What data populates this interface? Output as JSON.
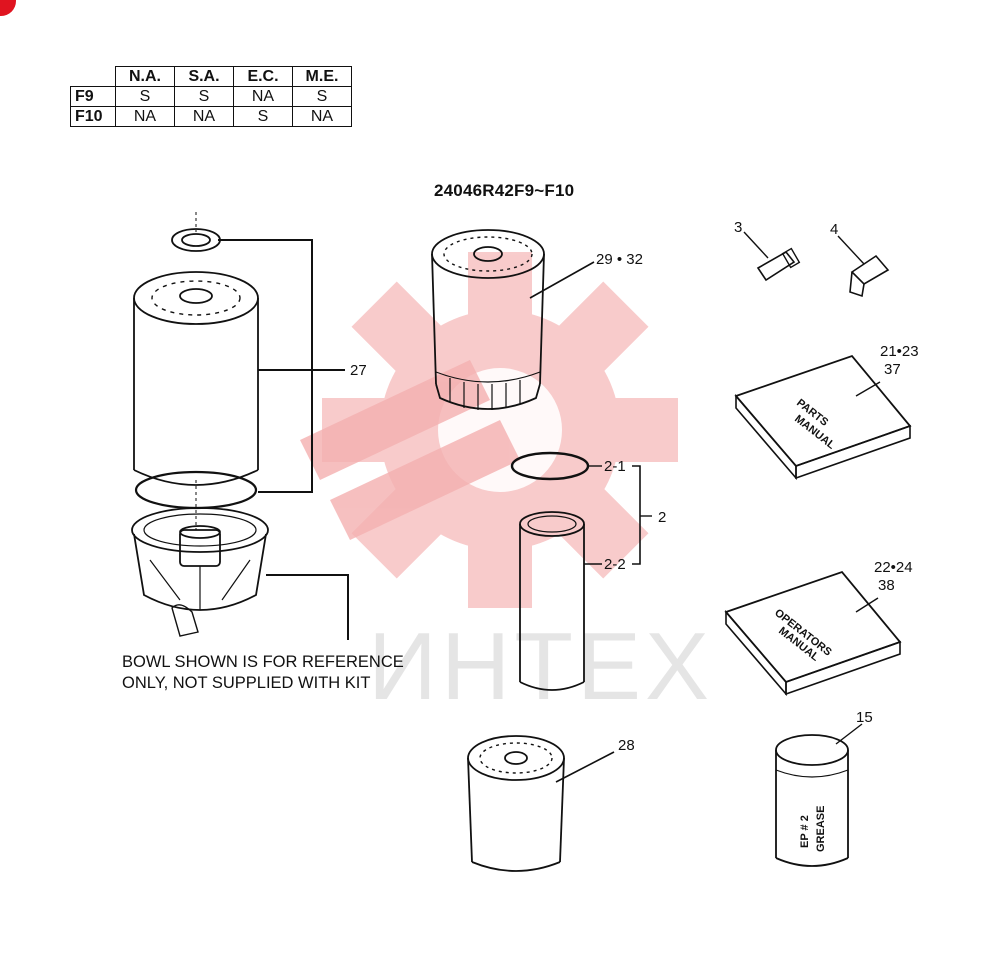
{
  "availability_table": {
    "columns": [
      "N.A.",
      "S.A.",
      "E.C.",
      "M.E."
    ],
    "rows": [
      {
        "label": "F9",
        "values": [
          "S",
          "S",
          "NA",
          "S"
        ]
      },
      {
        "label": "F10",
        "values": [
          "NA",
          "NA",
          "S",
          "NA"
        ]
      }
    ]
  },
  "kit_code": "24046R42F9~F10",
  "note": {
    "line1": "BOWL SHOWN IS FOR REFERENCE",
    "line2": "ONLY, NOT SUPPLIED WITH KIT"
  },
  "watermark": "ИНТЕХ",
  "callouts": {
    "c27": "27",
    "c29_32": "29 • 32",
    "c3": "3",
    "c4": "4",
    "c21_23": "21•23",
    "c37": "37",
    "c2_1": "2-1",
    "c2_2": "2-2",
    "c2": "2",
    "c22_24": "22•24",
    "c38": "38",
    "c28": "28",
    "c15": "15"
  },
  "book_labels": {
    "parts_line1": "PARTS",
    "parts_line2": "MANUAL",
    "operators_line1": "OPERATORS",
    "operators_line2": "MANUAL"
  },
  "grease_labels": {
    "line1": "EP # 2",
    "line2": "GREASE"
  },
  "colors": {
    "watermark_red": "#f5b8b8",
    "corner_mark": "#e01420",
    "ink": "#111111"
  }
}
